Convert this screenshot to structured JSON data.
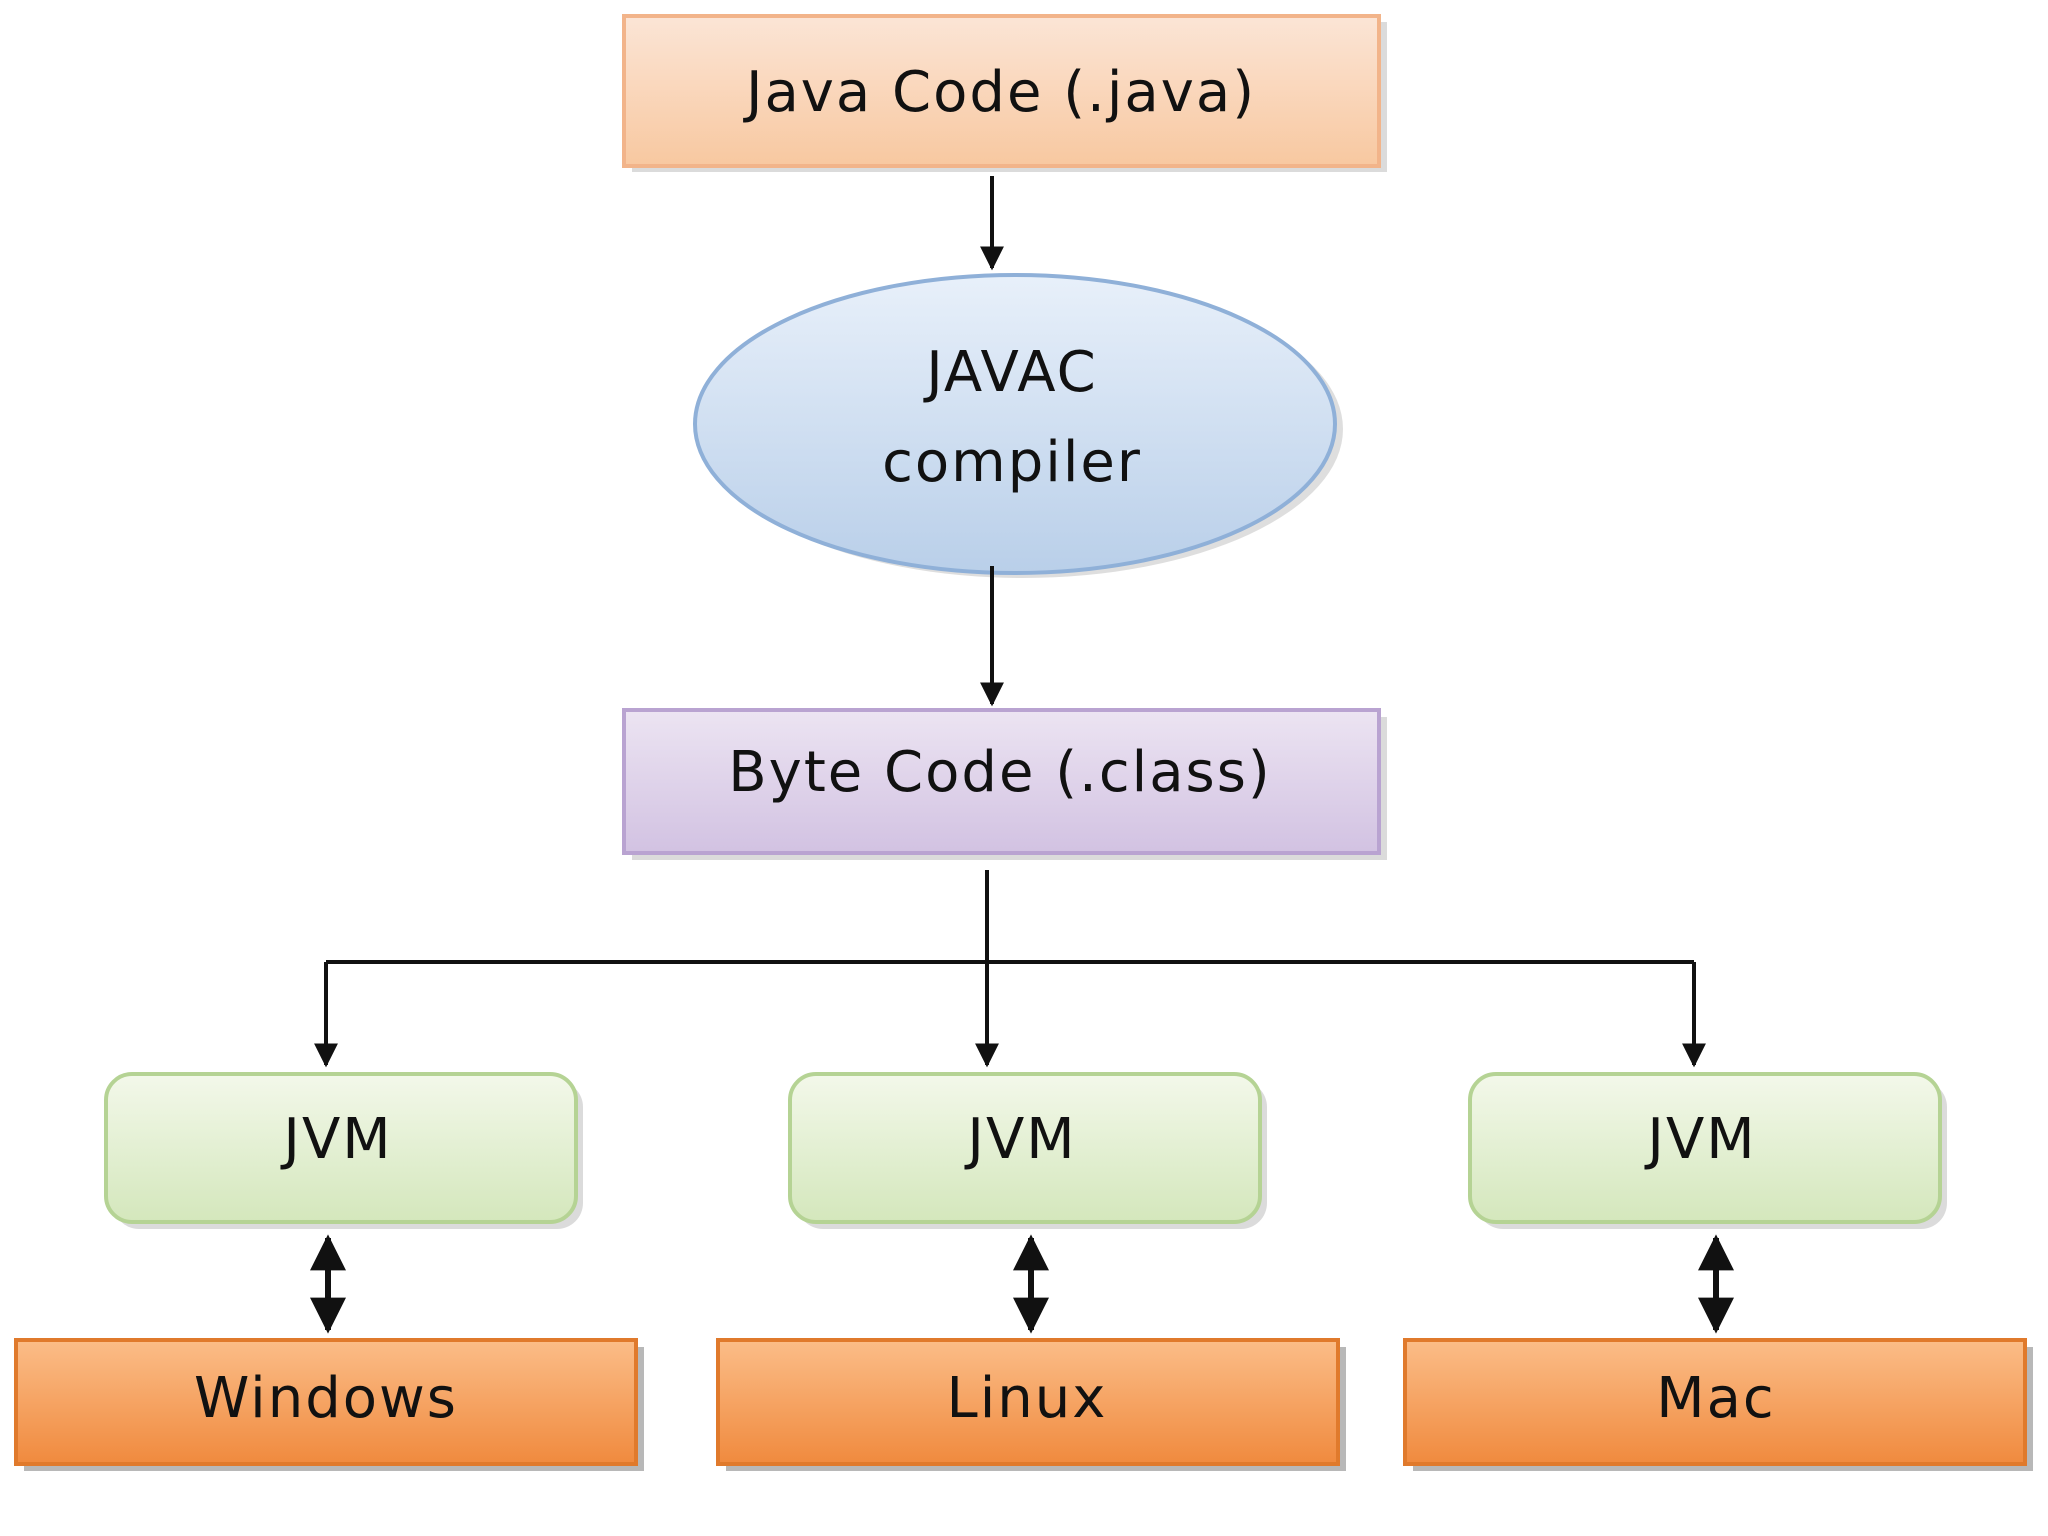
{
  "source": {
    "label": "Java Code (.java)",
    "fill_top": "#fbe5d6",
    "fill_bottom": "#f8c8a0",
    "border": "#f2b48a"
  },
  "compiler": {
    "line1": "JAVAC",
    "line2": "compiler",
    "fill_top": "#e8f0fa",
    "fill_bottom": "#b9cfe9",
    "border": "#8fb0d8"
  },
  "bytecode": {
    "label": "Byte Code (.class)",
    "fill_top": "#ece4f2",
    "fill_bottom": "#d2c2e2",
    "border": "#b9a3d1"
  },
  "jvms": [
    {
      "label": "JVM"
    },
    {
      "label": "JVM"
    },
    {
      "label": "JVM"
    }
  ],
  "jvm_style": {
    "fill_top": "#f3f8ea",
    "fill_bottom": "#d4e7bc",
    "border": "#b5d394"
  },
  "platforms": [
    {
      "label": "Windows"
    },
    {
      "label": "Linux"
    },
    {
      "label": "Mac"
    }
  ],
  "platform_style": {
    "fill_top": "#fbbd88",
    "fill_bottom": "#f08a3e",
    "border": "#e07a2c"
  },
  "arrow_color": "#111111"
}
